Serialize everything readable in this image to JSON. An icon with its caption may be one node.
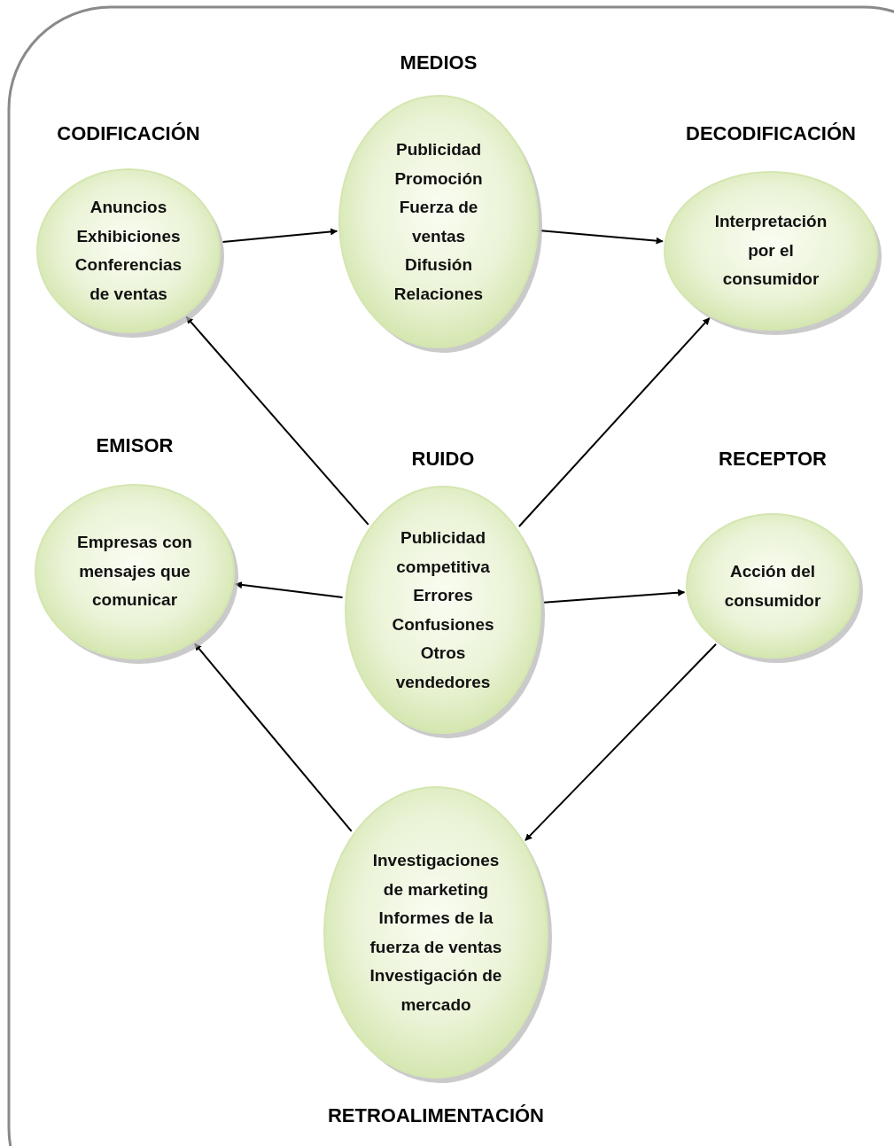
{
  "diagram": {
    "nodes": [
      {
        "text": [
          "MEDIOS",
          "Publicidad Promoción Fuerza de ventas Difusión Relaciones"
        ]
      },
      {
        "text": [
          "CODIFICACIÓN",
          "Anuncios Exhibiciones Conferencias de ventas"
        ]
      },
      {
        "text": [
          "DECODIFICACIÓN",
          "Interpretación por el consumidor"
        ]
      },
      {
        "text": [
          "EMISOR",
          "Empresas con mensajes que comunicar"
        ]
      },
      {
        "text": [
          "RUIDO",
          "Publicidad competitiva Errores Confusiones Otros vendedores"
        ]
      },
      {
        "text": [
          "RECEPTOR",
          "Acción del consumidor"
        ]
      },
      {
        "text": [
          "Investigaciones de marketing Informes de la fuerza de ventas Investigación de mercado",
          "RETROALIMENTACIÓN"
        ]
      }
    ],
    "edges": [
      {
        "from": 1,
        "to": 0,
        "arrow": "to"
      },
      {
        "from": 0,
        "to": 2,
        "arrow": "to"
      },
      {
        "from": 4,
        "to": 1,
        "arrow": "to"
      },
      {
        "from": 4,
        "to": 2,
        "arrow": "to"
      },
      {
        "from": 4,
        "to": 3,
        "arrow": "to"
      },
      {
        "from": 4,
        "to": 5,
        "arrow": "to"
      },
      {
        "from": 5,
        "to": 6,
        "arrow": "to"
      },
      {
        "from": 6,
        "to": 3,
        "arrow": "to"
      }
    ]
  }
}
